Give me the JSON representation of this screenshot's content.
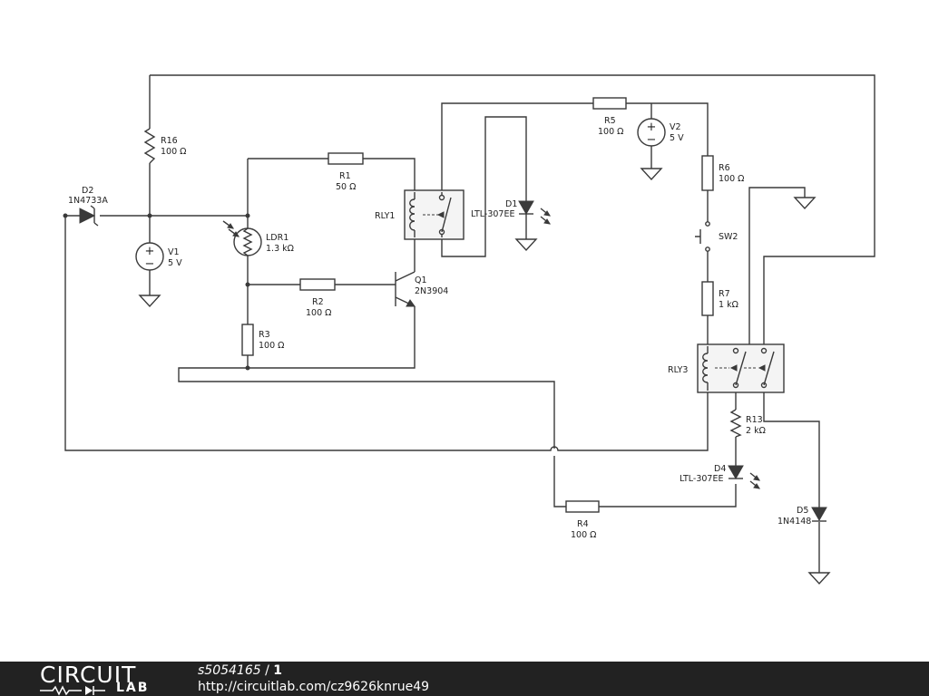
{
  "components": {
    "r16": {
      "ref": "R16",
      "value": "100 Ω"
    },
    "d2": {
      "ref": "D2",
      "value": "1N4733A"
    },
    "v1": {
      "ref": "V1",
      "value": "5 V"
    },
    "ldr1": {
      "ref": "LDR1",
      "value": "1.3 kΩ"
    },
    "r1": {
      "ref": "R1",
      "value": "50 Ω"
    },
    "r2": {
      "ref": "R2",
      "value": "100 Ω"
    },
    "r3": {
      "ref": "R3",
      "value": "100 Ω"
    },
    "q1": {
      "ref": "Q1",
      "value": "2N3904"
    },
    "rly1": {
      "ref": "RLY1"
    },
    "d1": {
      "ref": "D1",
      "value": "LTL-307EE"
    },
    "r5": {
      "ref": "R5",
      "value": "100 Ω"
    },
    "v2": {
      "ref": "V2",
      "value": "5 V"
    },
    "r6": {
      "ref": "R6",
      "value": "100 Ω"
    },
    "sw2": {
      "ref": "SW2"
    },
    "r7": {
      "ref": "R7",
      "value": "1 kΩ"
    },
    "rly3": {
      "ref": "RLY3"
    },
    "r13": {
      "ref": "R13",
      "value": "2 kΩ"
    },
    "d4": {
      "ref": "D4",
      "value": "LTL-307EE"
    },
    "d5": {
      "ref": "D5",
      "value": "1N4148"
    },
    "r4": {
      "ref": "R4",
      "value": "100 Ω"
    }
  },
  "symbols": {
    "plus": "+",
    "minus": "−"
  },
  "footer": {
    "logo_top": "CIRCUIT",
    "logo_bottom": "LAB",
    "circuit_id": "s5054165",
    "separator": " / ",
    "page": "1",
    "url": "http://circuitlab.com/cz9626knrue49"
  },
  "colors": {
    "ink": "#3a3a3a",
    "footer_bg": "#222222"
  }
}
